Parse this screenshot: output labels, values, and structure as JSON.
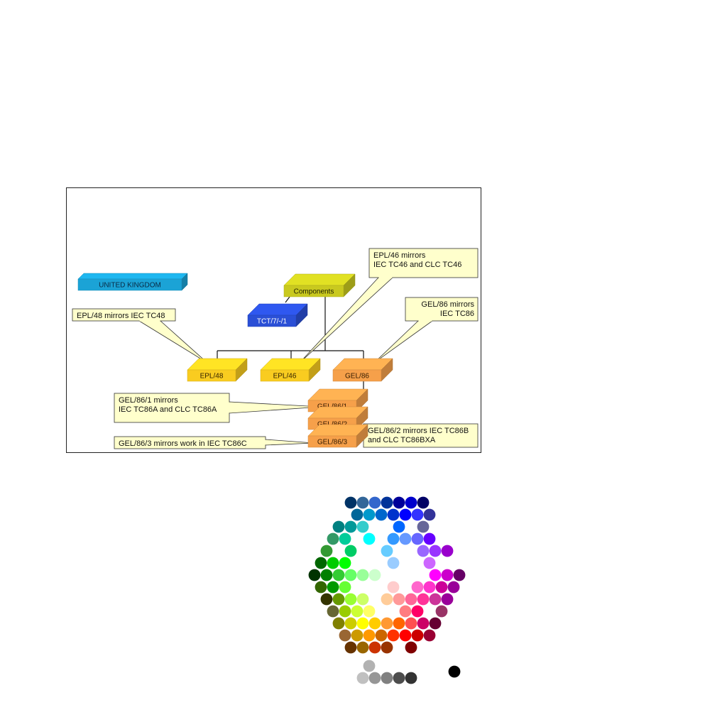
{
  "org_boxes": [
    {
      "id": "uk",
      "label": "UNITED KINGDOM",
      "color": "#1ba3d6",
      "text_color": "#0a2a44"
    },
    {
      "id": "components",
      "label": "Components",
      "color": "#c9c91f",
      "text_color": "#222200"
    },
    {
      "id": "tct",
      "label": "TCT/7/-/1",
      "color": "#2a4fd6",
      "text_color": "#ffffff"
    },
    {
      "id": "epl48",
      "label": "EPL/48",
      "color": "#f9cc20",
      "text_color": "#332200"
    },
    {
      "id": "epl46",
      "label": "EPL/46",
      "color": "#f9cc20",
      "text_color": "#332200"
    },
    {
      "id": "gel86",
      "label": "GEL/86",
      "color": "#f6a04a",
      "text_color": "#331a00"
    },
    {
      "id": "gel86_1",
      "label": "GEL/86/1",
      "color": "#f6a04a",
      "text_color": "#331a00"
    },
    {
      "id": "gel86_2",
      "label": "GEL/86/2",
      "color": "#f6a04a",
      "text_color": "#331a00"
    },
    {
      "id": "gel86_3",
      "label": "GEL/86/3",
      "color": "#f6a04a",
      "text_color": "#331a00"
    }
  ],
  "callouts": [
    {
      "id": "epl48_note",
      "lines": [
        "EPL/48 mirrors IEC TC48"
      ]
    },
    {
      "id": "epl46_note",
      "lines": [
        "EPL/46 mirrors",
        "IEC TC46 and CLC TC46"
      ]
    },
    {
      "id": "gel86_note",
      "lines": [
        "GEL/86 mirrors",
        "IEC TC86"
      ]
    },
    {
      "id": "gel86_1_note",
      "lines": [
        "GEL/86/1 mirrors",
        "IEC TC86A and CLC TC86A"
      ]
    },
    {
      "id": "gel86_2_note",
      "lines": [
        "GEL/86/2 mirrors IEC TC86B",
        "and CLC TC86BXA"
      ]
    },
    {
      "id": "gel86_3_note",
      "lines": [
        "GEL/86/3 mirrors work in IEC TC86C"
      ]
    }
  ],
  "callout_fill": "#ffffcc",
  "palette_rows": [
    [
      "#003366",
      "#336699",
      "#3366cc",
      "#003399",
      "#000099",
      "#0000cc",
      "#000066"
    ],
    [
      "#006699",
      "#0099cc",
      "#0066cc",
      "#0033cc",
      "#0000ff",
      "#3333ff",
      "#333399"
    ],
    [
      "#008080",
      "#009999",
      "#33cccc",
      "#ffffff",
      "#ffffff",
      "#0066ff",
      "#ffffff",
      "#666699"
    ],
    [
      "#339966",
      "#00cc99",
      "#ffffff",
      "#00ffff",
      "#ffffff",
      "#3399ff",
      "#6699ff",
      "#6666ff",
      "#6600ff"
    ],
    [
      "#339933",
      "#ffffff",
      "#00cc66",
      "#ffffff",
      "#ffffff",
      "#66ccff",
      "#ffffff",
      "#ffffff",
      "#9966ff",
      "#9933ff",
      "#9900cc"
    ],
    [
      "#006600",
      "#00cc00",
      "#00ff00",
      "#ffffff",
      "#ffffff",
      "#ffffff",
      "#99ccff",
      "#ffffff",
      "#ffffff",
      "#cc66ff",
      "#ffffff"
    ],
    [
      "#003300",
      "#008000",
      "#33cc33",
      "#66ff66",
      "#99ff99",
      "#ccffcc",
      "#ffffff",
      "#ffffff",
      "#ffffff",
      "#ffffff",
      "#ff00ff",
      "#cc00cc",
      "#660066"
    ],
    [
      "#336600",
      "#009900",
      "#66ff33",
      "#ffffff",
      "#ffffff",
      "#ffffff",
      "#ffcccc",
      "#ffffff",
      "#ff66cc",
      "#ff33cc",
      "#cc0099",
      "#990099"
    ],
    [
      "#333300",
      "#669900",
      "#99ff33",
      "#ccff66",
      "#ffffff",
      "#ffcc99",
      "#ff9999",
      "#ff6699",
      "#ff3399",
      "#cc3399",
      "#990099"
    ],
    [
      "#666633",
      "#99cc00",
      "#ccff33",
      "#ffff66",
      "#ffffff",
      "#ffffff",
      "#ff7c80",
      "#ff0066",
      "#ffffff",
      "#993366"
    ],
    [
      "#808000",
      "#cccc00",
      "#ffff00",
      "#ffcc00",
      "#ff9933",
      "#ff6600",
      "#ff5050",
      "#cc0066",
      "#660033"
    ],
    [
      "#996633",
      "#cc9900",
      "#ff9900",
      "#cc6600",
      "#ff3300",
      "#ff0000",
      "#cc0000",
      "#990033"
    ],
    [
      "#663300",
      "#996600",
      "#cc3300",
      "#993300",
      "#ffffff",
      "#800000",
      "#ffffff"
    ]
  ],
  "gray_top": "#b2b2b2",
  "gray_row": [
    "#c0c0c0",
    "#969696",
    "#808080",
    "#4d4d4d",
    "#333333"
  ],
  "black_swatch": "#000000"
}
